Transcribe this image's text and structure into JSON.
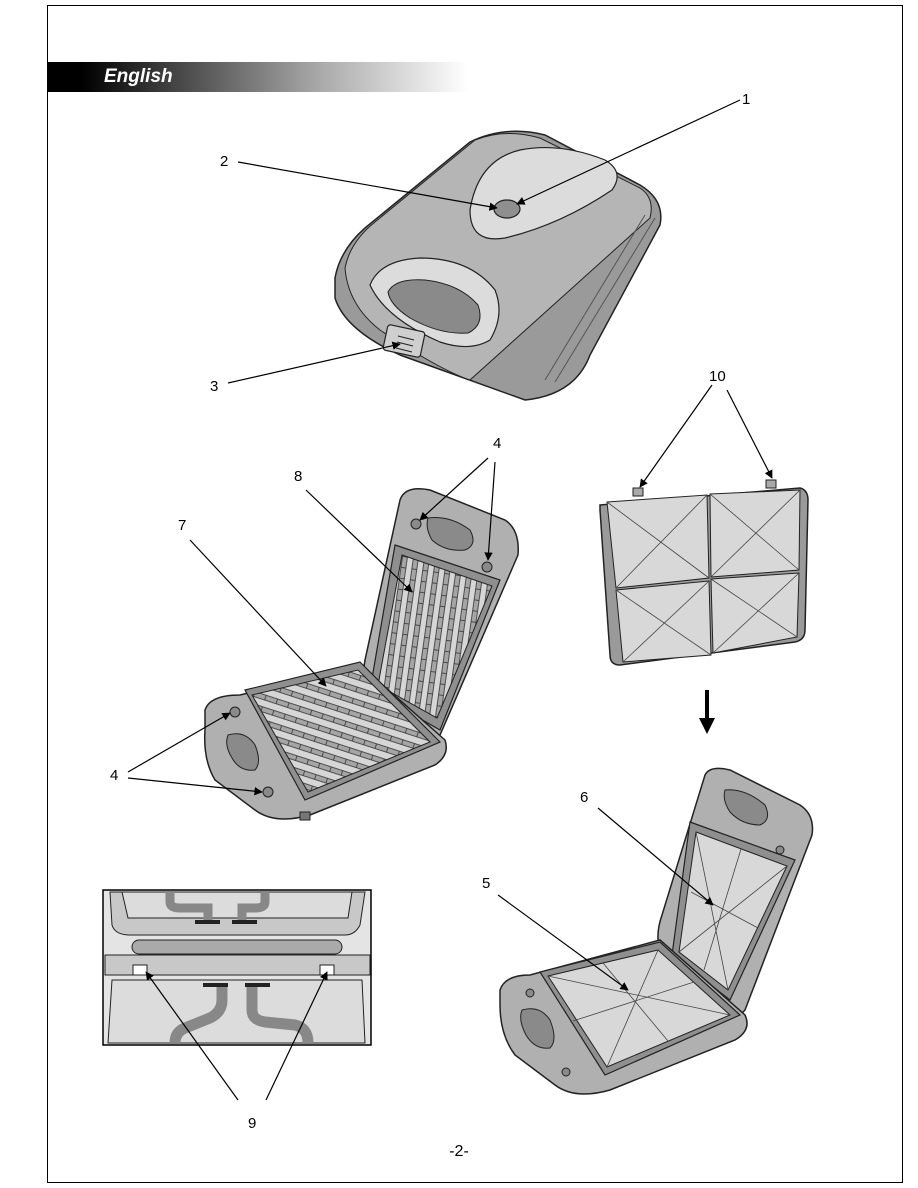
{
  "header": {
    "language": "English"
  },
  "callouts": {
    "c1": "1",
    "c2": "2",
    "c3": "3",
    "c4a": "4",
    "c4b": "4",
    "c5": "5",
    "c6": "6",
    "c7": "7",
    "c8": "8",
    "c9": "9",
    "c10": "10"
  },
  "footer": {
    "page_number": "-2-"
  }
}
